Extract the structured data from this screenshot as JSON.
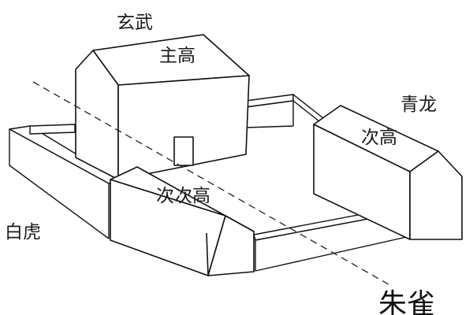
{
  "labels": {
    "north": "玄武",
    "main_house": "主高",
    "east": "青龙",
    "east_house": "次高",
    "front_house": "次次高",
    "west": "白虎",
    "south": "朱雀"
  }
}
